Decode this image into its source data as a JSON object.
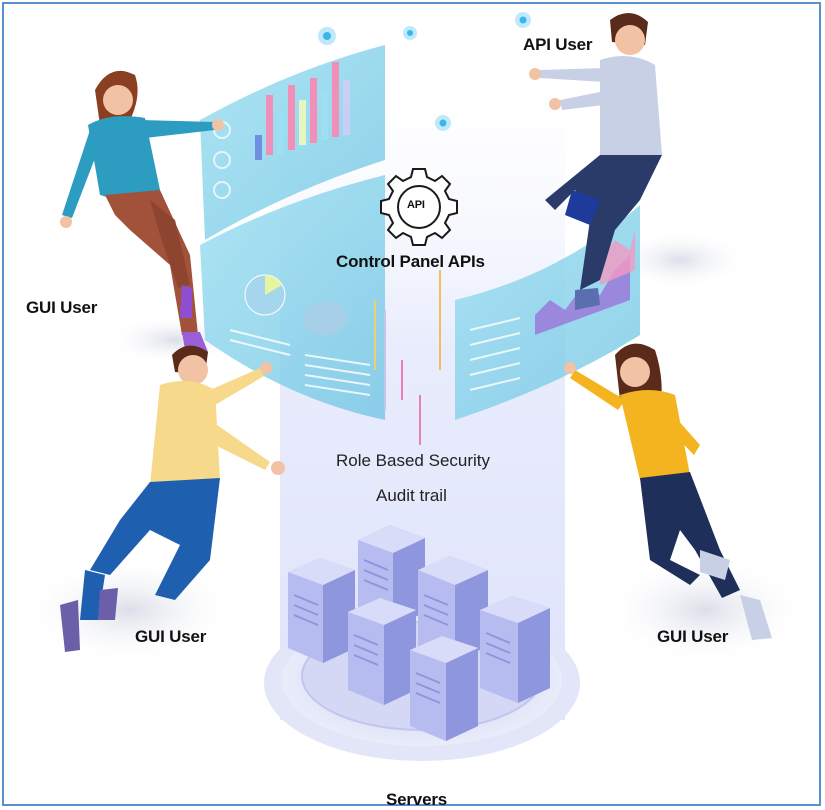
{
  "labels": {
    "api_user": "API User",
    "gui_user_top_left": "GUI User",
    "gui_user_bottom_left": "GUI User",
    "gui_user_bottom_right": "GUI User",
    "control_panel": "Control Panel APIs",
    "api_badge": "API",
    "role_security": "Role Based Security",
    "audit_trail": "Audit trail",
    "servers": "Servers"
  },
  "colors": {
    "frame_border": "#5a8fd0",
    "panel_glass": "#7fd0ea",
    "server_body": "#b9bff0",
    "server_shade": "#8e96de",
    "beam": "#e4e8fb"
  },
  "icons": [
    "gear-icon",
    "server-icon",
    "person-illustration"
  ]
}
